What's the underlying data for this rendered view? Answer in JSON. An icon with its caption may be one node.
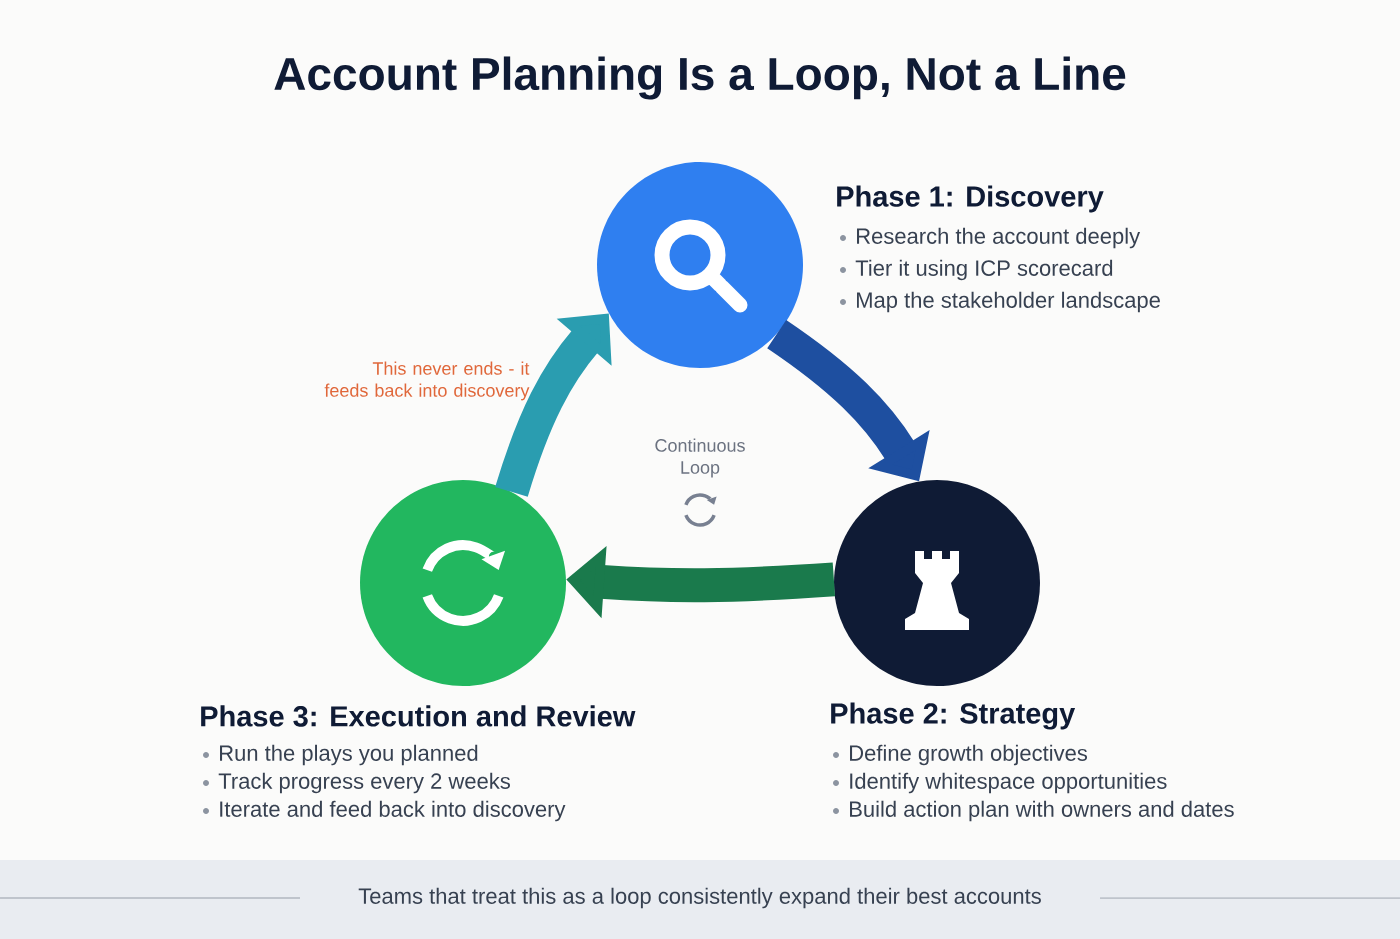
{
  "diagram": {
    "title": "Account Planning Is a Loop, Not a Line",
    "caption": "Teams that treat this as a loop consistently expand their best accounts",
    "nodes": [
      {
        "text": [
          "Phase 1: Discovery",
          "Research the account deeply",
          "Tier it using ICP scorecard",
          "Map the stakeholder landscape"
        ]
      },
      {
        "text": [
          "Phase 2: Strategy",
          "Define growth objectives",
          "Identify whitespace opportunities",
          "Build action plan with owners and dates"
        ]
      },
      {
        "text": [
          "Phase 3: Execution and Review",
          "Run the plays you planned",
          "Track progress every 2 weeks",
          "Iterate and feed back into discovery"
        ]
      }
    ],
    "edges": [
      {
        "from": 0,
        "to": 1,
        "arrow": "to",
        "color": "#1e4fa0"
      },
      {
        "from": 1,
        "to": 2,
        "arrow": "to",
        "color": "#1a7a4c"
      },
      {
        "from": 2,
        "to": 0,
        "arrow": "to",
        "color": "#2a9db0",
        "label": "This never ends - it feeds back into discovery"
      }
    ],
    "labels": [
      "Continuous Loop"
    ]
  }
}
